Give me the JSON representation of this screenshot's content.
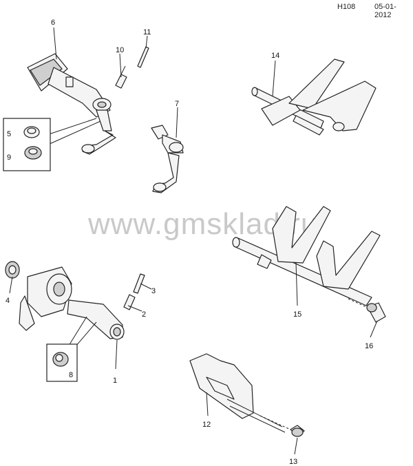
{
  "header": {
    "code": "H108",
    "date": "05-01-2012"
  },
  "watermark": "www.gmsklad.ru",
  "callouts": [
    "1",
    "2",
    "3",
    "4",
    "5",
    "6",
    "7",
    "8",
    "9",
    "10",
    "11",
    "12",
    "13",
    "14",
    "15",
    "16"
  ]
}
